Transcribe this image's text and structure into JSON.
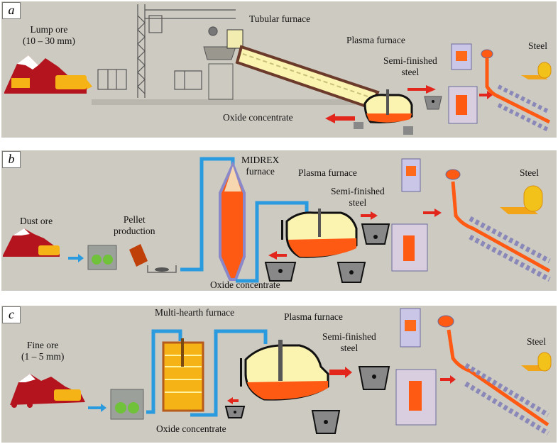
{
  "panels": [
    {
      "tag": "a",
      "labels": {
        "ore": "Lump ore",
        "ore_size": "(10 – 30 mm)",
        "furnace1": "Tubular furnace",
        "plasma": "Plasma furnace",
        "semi1": "Semi-finished",
        "semi2": "steel",
        "steel": "Steel",
        "oxide": "Oxide concentrate"
      }
    },
    {
      "tag": "b",
      "labels": {
        "ore": "Dust ore",
        "pellet1": "Pellet",
        "pellet2": "production",
        "furnace1a": "MIDREX",
        "furnace1b": "furnace",
        "plasma": "Plasma furnace",
        "semi1": "Semi-finished",
        "semi2": "steel",
        "steel": "Steel",
        "oxide": "Oxide concentrate"
      }
    },
    {
      "tag": "c",
      "labels": {
        "ore": "Fine ore",
        "ore_size": "(1 – 5 mm)",
        "furnace1": "Multi-hearth furnace",
        "plasma": "Plasma furnace",
        "semi1": "Semi-finished",
        "semi2": "steel",
        "steel": "Steel",
        "oxide": "Oxide concentrate"
      }
    }
  ],
  "colors": {
    "background": "#cdcac1",
    "flow_blue": "#2b9be0",
    "arrow_red": "#e3261c",
    "molten": "#ff5a14",
    "slag": "#fbf3b0",
    "ore_red": "#b3141e",
    "machine_yellow": "#f5b316",
    "steel_roll": "#f3a51a"
  }
}
